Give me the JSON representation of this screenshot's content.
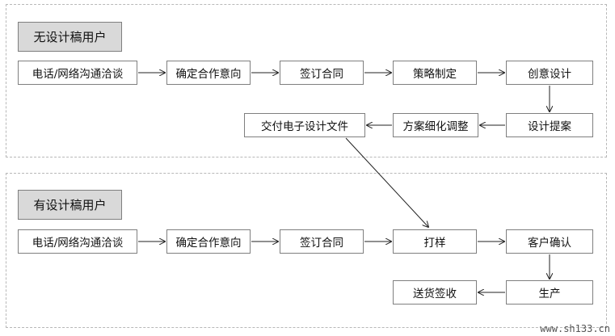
{
  "group_a": {
    "title": "无设计稿用户",
    "row1": [
      "电话/网络沟通洽谈",
      "确定合作意向",
      "签订合同",
      "策略制定",
      "创意设计"
    ],
    "row2": [
      "交付电子设计文件",
      "方案细化调整",
      "设计提案"
    ]
  },
  "group_b": {
    "title": "有设计稿用户",
    "row1": [
      "电话/网络沟通洽谈",
      "确定合作意向",
      "签订合同",
      "打样",
      "客户确认"
    ],
    "row2": [
      "送货签收",
      "生产"
    ]
  },
  "watermark": "www.sh133.cn"
}
